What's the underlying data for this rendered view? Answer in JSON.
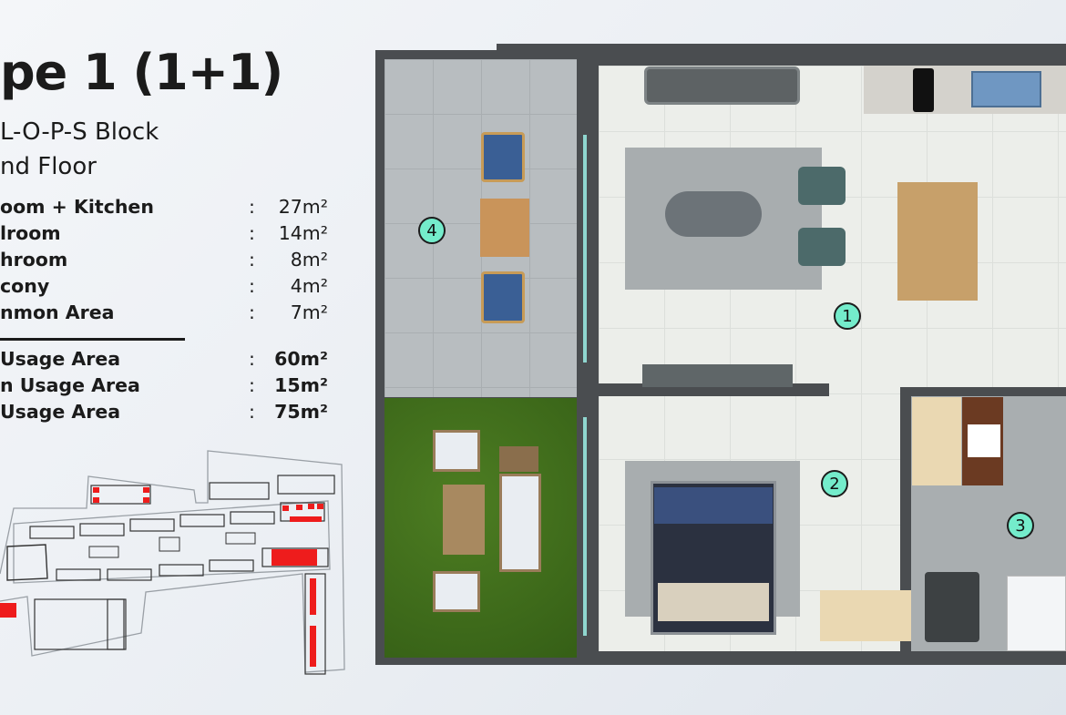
{
  "header": {
    "title": "pe 1 (1+1)",
    "block": "L-O-P-S Block",
    "floor": "nd Floor"
  },
  "areas": [
    {
      "label": "oom + Kitchen",
      "value": "27m²"
    },
    {
      "label": "lroom",
      "value": "14m²"
    },
    {
      "label": "hroom",
      "value": "8m²"
    },
    {
      "label": "cony",
      "value": "4m²"
    },
    {
      "label": "nmon Area",
      "value": "7m²"
    }
  ],
  "totals": [
    {
      "label": "Usage Area",
      "value": "60m²"
    },
    {
      "label": "n Usage Area",
      "value": "15m²"
    },
    {
      "label": "Usage Area",
      "value": "75m²"
    }
  ],
  "separator": ":",
  "plan": {
    "markers": [
      "1",
      "2",
      "3",
      "4"
    ],
    "marker_color": "#74eccb",
    "grass_color": "#3f6d1b",
    "wall_color": "#4a4d50"
  },
  "site_plan": {
    "highlight_color": "#ee1c1c"
  }
}
